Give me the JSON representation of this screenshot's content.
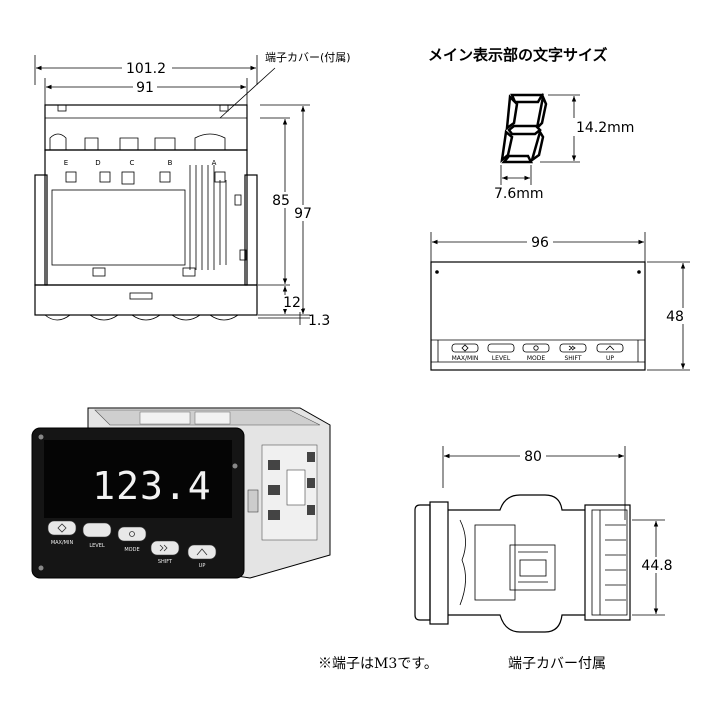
{
  "top_view": {
    "dim_outer_width": "101.2",
    "dim_inner_width": "91",
    "dim_height_85": "85",
    "dim_height_97": "97",
    "dim_12": "12",
    "dim_1_3": "1.3",
    "cover_label": "端子カバー(付属)",
    "terminal_letters": [
      "E",
      "D",
      "C",
      "B",
      "A"
    ]
  },
  "char_size": {
    "title": "メイン表示部の文字サイズ",
    "height": "14.2mm",
    "width": "7.6mm",
    "sample_digit": "8"
  },
  "front_view": {
    "dim_width": "96",
    "dim_height": "48",
    "buttons": [
      "MAX/MIN",
      "LEVEL",
      "MODE",
      "SHIFT",
      "UP"
    ]
  },
  "photo": {
    "display_value": "123.4",
    "buttons": [
      "MAX/MIN",
      "LEVEL",
      "MODE",
      "SHIFT",
      "UP"
    ]
  },
  "side_view": {
    "dim_depth": "80",
    "dim_height": "44.8"
  },
  "footnote": {
    "note": "※端子はM3です。",
    "cover": "端子カバー付属"
  }
}
